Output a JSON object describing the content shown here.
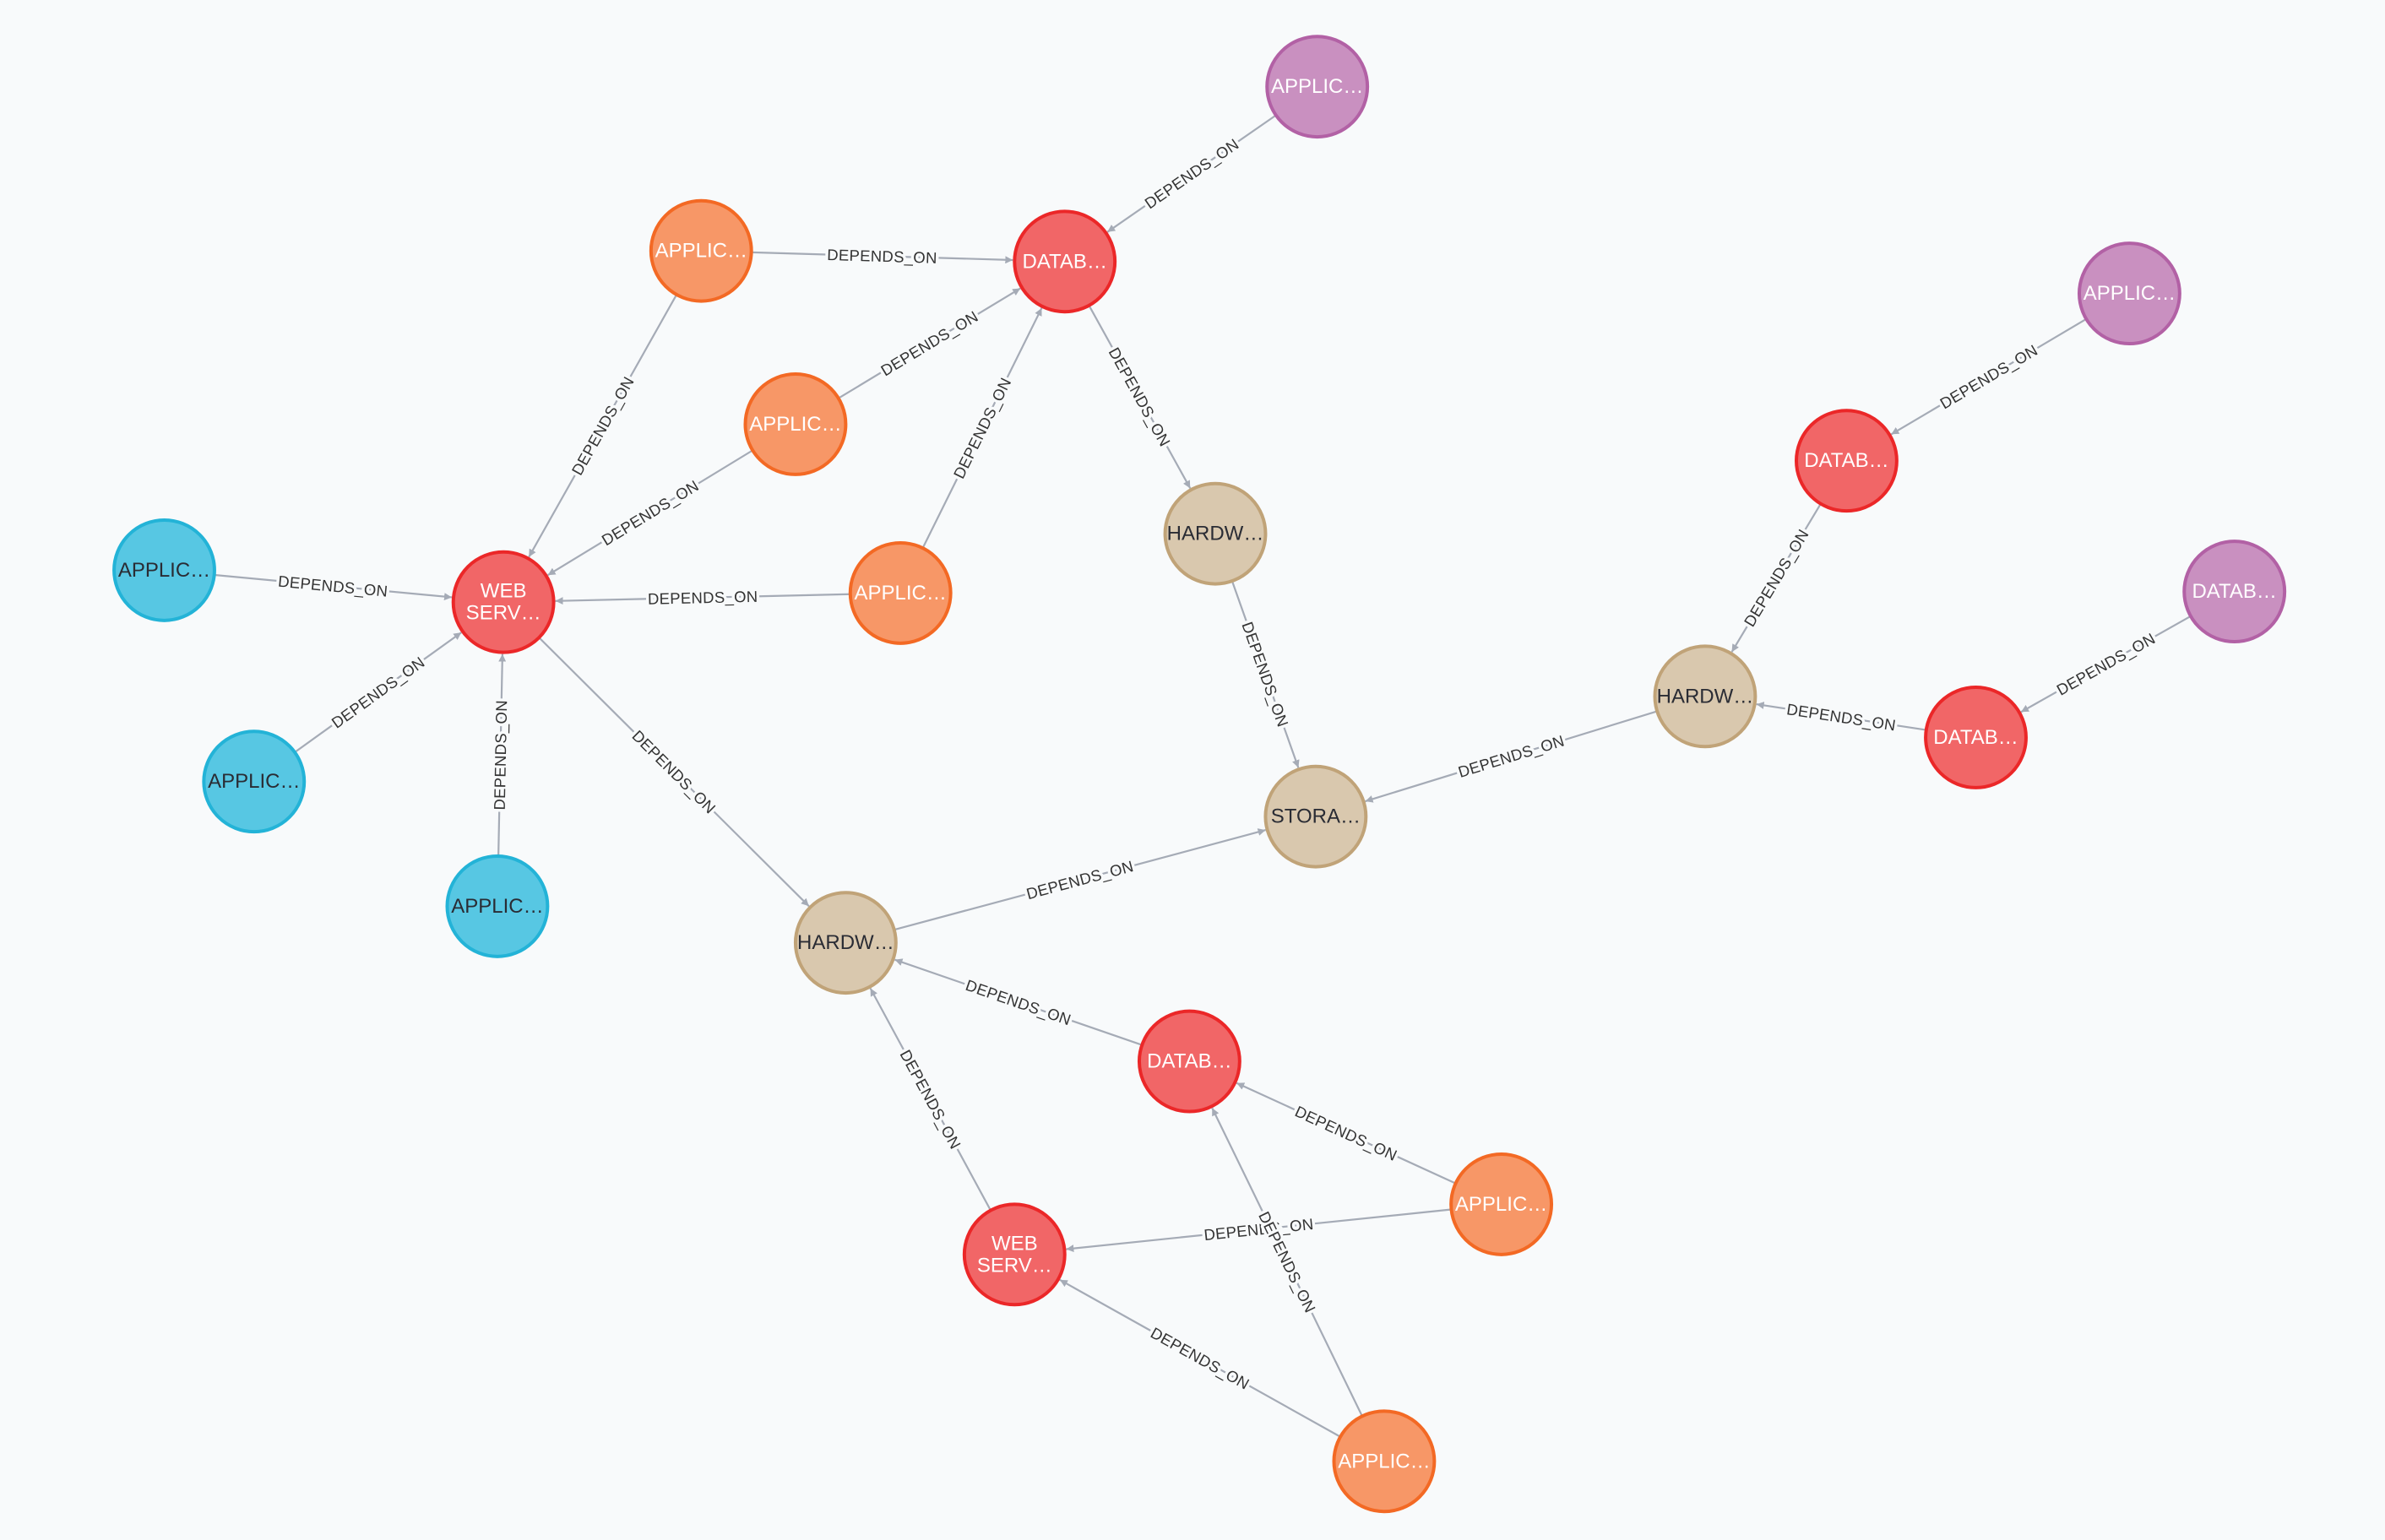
{
  "graph": {
    "node_types": {
      "application_orange": {
        "fill": "#f79767",
        "stroke": "#f36924",
        "text": "#ffffff"
      },
      "application_cyan": {
        "fill": "#57c7e3",
        "stroke": "#23b3d7",
        "text": "#2a2c34"
      },
      "application_purple": {
        "fill": "#c990c0",
        "stroke": "#b261a5",
        "text": "#ffffff"
      },
      "database_purple": {
        "fill": "#c990c0",
        "stroke": "#b261a5",
        "text": "#ffffff"
      },
      "database": {
        "fill": "#f16667",
        "stroke": "#eb2728",
        "text": "#ffffff"
      },
      "web_server": {
        "fill": "#f16667",
        "stroke": "#eb2728",
        "text": "#ffffff"
      },
      "hardware": {
        "fill": "#d9c8ae",
        "stroke": "#c0a378",
        "text": "#2a2c34"
      },
      "storage": {
        "fill": "#d9c8ae",
        "stroke": "#c0a378",
        "text": "#2a2c34"
      }
    },
    "nodes": [
      {
        "id": "app_top_purple",
        "type": "application_purple",
        "label": [
          "APPLIC…"
        ]
      },
      {
        "id": "app_orange_1",
        "type": "application_orange",
        "label": [
          "APPLIC…"
        ]
      },
      {
        "id": "db_top",
        "type": "database",
        "label": [
          "DATAB…"
        ]
      },
      {
        "id": "app_orange_2",
        "type": "application_orange",
        "label": [
          "APPLIC…"
        ]
      },
      {
        "id": "app_orange_3",
        "type": "application_orange",
        "label": [
          "APPLIC…"
        ]
      },
      {
        "id": "web_server_1",
        "type": "web_server",
        "label": [
          "WEB",
          "SERV…"
        ]
      },
      {
        "id": "app_cyan_1",
        "type": "application_cyan",
        "label": [
          "APPLIC…"
        ]
      },
      {
        "id": "app_cyan_2",
        "type": "application_cyan",
        "label": [
          "APPLIC…"
        ]
      },
      {
        "id": "app_cyan_3",
        "type": "application_cyan",
        "label": [
          "APPLIC…"
        ]
      },
      {
        "id": "hw_top",
        "type": "hardware",
        "label": [
          "HARDW…"
        ]
      },
      {
        "id": "storage",
        "type": "storage",
        "label": [
          "STORA…"
        ]
      },
      {
        "id": "hw_mid",
        "type": "hardware",
        "label": [
          "HARDW…"
        ]
      },
      {
        "id": "db_bottom",
        "type": "database",
        "label": [
          "DATAB…"
        ]
      },
      {
        "id": "web_server_2",
        "type": "web_server",
        "label": [
          "WEB",
          "SERV…"
        ]
      },
      {
        "id": "app_orange_4",
        "type": "application_orange",
        "label": [
          "APPLIC…"
        ]
      },
      {
        "id": "app_orange_5",
        "type": "application_orange",
        "label": [
          "APPLIC…"
        ]
      },
      {
        "id": "app_right_purple",
        "type": "application_purple",
        "label": [
          "APPLIC…"
        ]
      },
      {
        "id": "db_right_1",
        "type": "database",
        "label": [
          "DATAB…"
        ]
      },
      {
        "id": "hw_right",
        "type": "hardware",
        "label": [
          "HARDW…"
        ]
      },
      {
        "id": "db_right_purple",
        "type": "database_purple",
        "label": [
          "DATAB…"
        ]
      },
      {
        "id": "db_right_2",
        "type": "database",
        "label": [
          "DATAB…"
        ]
      }
    ],
    "edges": [
      {
        "from": "app_top_purple",
        "to": "db_top",
        "label": "DEPENDS_ON"
      },
      {
        "from": "app_orange_1",
        "to": "db_top",
        "label": "DEPENDS_ON"
      },
      {
        "from": "app_orange_2",
        "to": "db_top",
        "label": "DEPENDS_ON"
      },
      {
        "from": "app_orange_3",
        "to": "db_top",
        "label": "DEPENDS_ON"
      },
      {
        "from": "db_top",
        "to": "hw_top",
        "label": "DEPENDS_ON"
      },
      {
        "from": "hw_top",
        "to": "storage",
        "label": "DEPENDS_ON"
      },
      {
        "from": "app_orange_1",
        "to": "web_server_1",
        "label": "DEPENDS_ON"
      },
      {
        "from": "app_orange_2",
        "to": "web_server_1",
        "label": "DEPENDS_ON"
      },
      {
        "from": "app_orange_3",
        "to": "web_server_1",
        "label": "DEPENDS_ON"
      },
      {
        "from": "app_cyan_1",
        "to": "web_server_1",
        "label": "DEPENDS_ON"
      },
      {
        "from": "app_cyan_2",
        "to": "web_server_1",
        "label": "DEPENDS_ON"
      },
      {
        "from": "app_cyan_3",
        "to": "web_server_1",
        "label": "DEPENDS_ON"
      },
      {
        "from": "web_server_1",
        "to": "hw_mid",
        "label": "DEPENDS_ON"
      },
      {
        "from": "hw_mid",
        "to": "storage",
        "label": "DEPENDS_ON"
      },
      {
        "from": "db_bottom",
        "to": "hw_mid",
        "label": "DEPENDS_ON"
      },
      {
        "from": "web_server_2",
        "to": "hw_mid",
        "label": "DEPENDS_ON"
      },
      {
        "from": "app_orange_4",
        "to": "db_bottom",
        "label": "DEPENDS_ON"
      },
      {
        "from": "app_orange_4",
        "to": "web_server_2",
        "label": "DEPENDS_ON"
      },
      {
        "from": "app_orange_5",
        "to": "db_bottom",
        "label": "DEPENDS_ON"
      },
      {
        "from": "app_orange_5",
        "to": "web_server_2",
        "label": "DEPENDS_ON"
      },
      {
        "from": "app_right_purple",
        "to": "db_right_1",
        "label": "DEPENDS_ON"
      },
      {
        "from": "db_right_1",
        "to": "hw_right",
        "label": "DEPENDS_ON"
      },
      {
        "from": "db_right_2",
        "to": "hw_right",
        "label": "DEPENDS_ON"
      },
      {
        "from": "db_right_purple",
        "to": "db_right_2",
        "label": "DEPENDS_ON"
      },
      {
        "from": "hw_right",
        "to": "storage",
        "label": "DEPENDS_ON"
      }
    ]
  }
}
